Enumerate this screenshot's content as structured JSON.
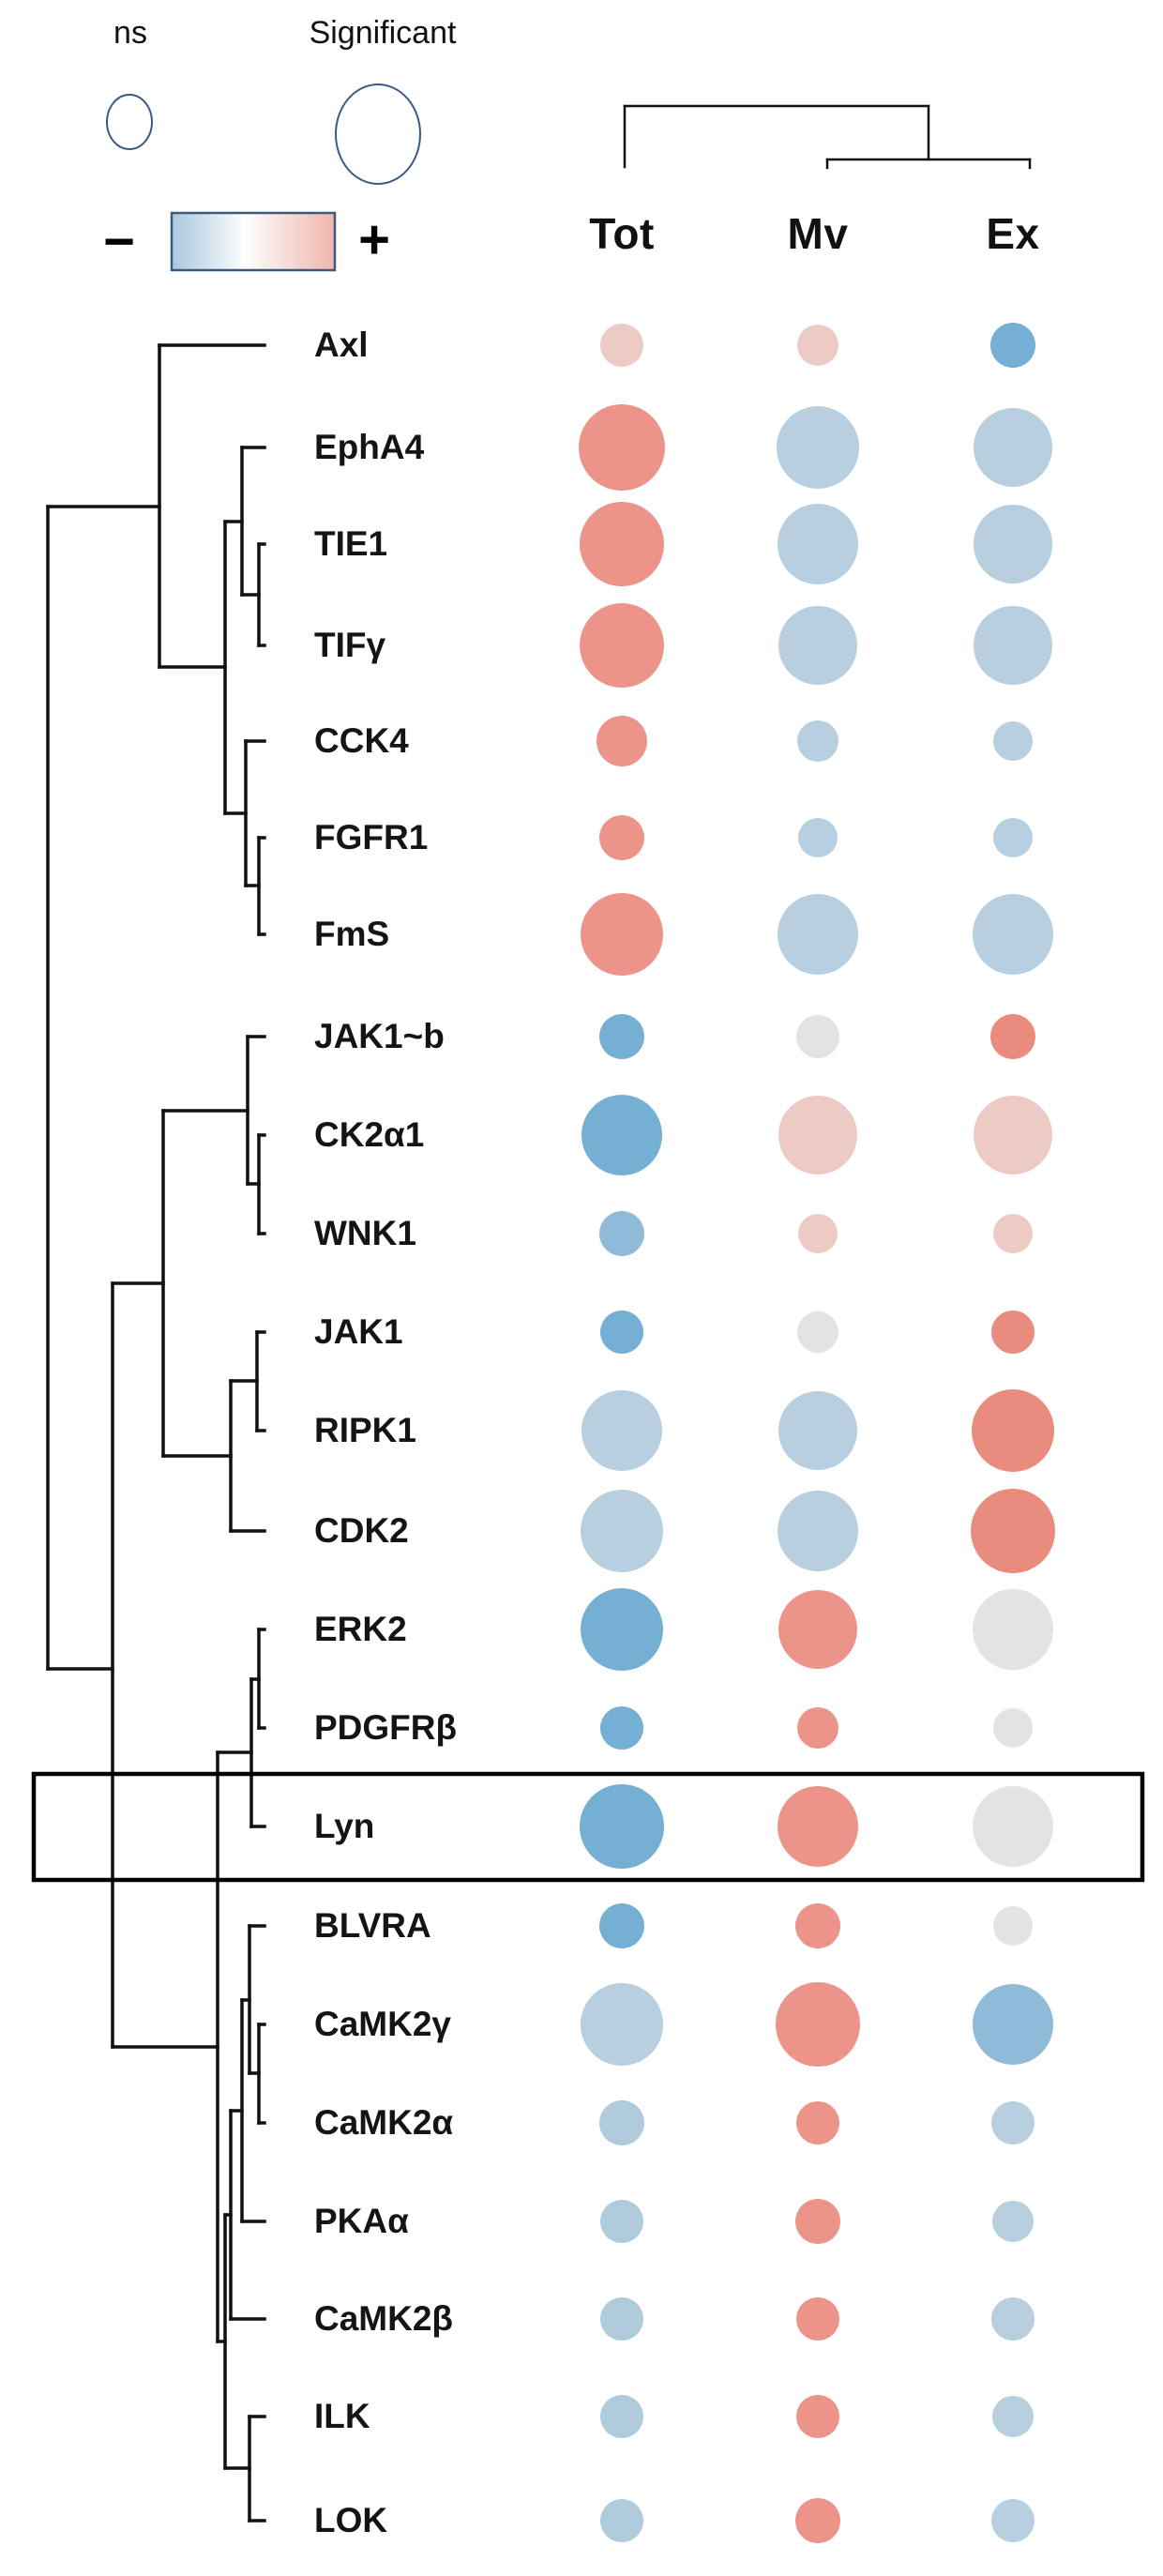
{
  "figure_title": "Kinase bubble heatmap with hierarchical clustering",
  "legend": {
    "ns_label": "ns",
    "significant_label": "Significant",
    "minus_label": "−",
    "plus_label": "+"
  },
  "columns": [
    {
      "id": "tot",
      "label": "Tot"
    },
    {
      "id": "mv",
      "label": "Mv"
    },
    {
      "id": "ex",
      "label": "Ex"
    }
  ],
  "highlighted_row": "Lyn",
  "colors": {
    "red": "#EC9489",
    "red_strong": "#E98B7D",
    "pink": "#EDCBC5",
    "light_blue": "#B7CFDE",
    "pale_blue": "#AFCBDC",
    "steel_blue": "#76AFD4",
    "medium_blue": "#8FBBD8",
    "grey": "#E3E3E3",
    "outline_navy": "#3A5A82",
    "gradient_blue": "#A9C8E0",
    "gradient_red": "#EFB5AD",
    "dendrogram_black": "#111111",
    "highlight_box_black": "#000000"
  },
  "rows": [
    {
      "label": "Axl",
      "cells": [
        {
          "c": "pink",
          "r": 23
        },
        {
          "c": "pink",
          "r": 22
        },
        {
          "c": "steel_blue",
          "r": 24
        }
      ]
    },
    {
      "label": "EphA4",
      "cells": [
        {
          "c": "red",
          "r": 46
        },
        {
          "c": "light_blue",
          "r": 44
        },
        {
          "c": "light_blue",
          "r": 42
        }
      ]
    },
    {
      "label": "TIE1",
      "cells": [
        {
          "c": "red",
          "r": 45
        },
        {
          "c": "light_blue",
          "r": 43
        },
        {
          "c": "light_blue",
          "r": 42
        }
      ]
    },
    {
      "label": "TIFγ",
      "cells": [
        {
          "c": "red",
          "r": 45
        },
        {
          "c": "light_blue",
          "r": 42
        },
        {
          "c": "light_blue",
          "r": 42
        }
      ]
    },
    {
      "label": "CCK4",
      "cells": [
        {
          "c": "red",
          "r": 27
        },
        {
          "c": "light_blue",
          "r": 22
        },
        {
          "c": "light_blue",
          "r": 21
        }
      ]
    },
    {
      "label": "FGFR1",
      "cells": [
        {
          "c": "red",
          "r": 24
        },
        {
          "c": "light_blue",
          "r": 21
        },
        {
          "c": "light_blue",
          "r": 21
        }
      ]
    },
    {
      "label": "FmS",
      "cells": [
        {
          "c": "red",
          "r": 44
        },
        {
          "c": "light_blue",
          "r": 43
        },
        {
          "c": "light_blue",
          "r": 43
        }
      ]
    },
    {
      "label": "JAK1~b",
      "cells": [
        {
          "c": "steel_blue",
          "r": 24
        },
        {
          "c": "grey",
          "r": 23
        },
        {
          "c": "red_strong",
          "r": 24
        }
      ]
    },
    {
      "label": "CK2α1",
      "cells": [
        {
          "c": "steel_blue",
          "r": 43
        },
        {
          "c": "pink",
          "r": 42
        },
        {
          "c": "pink",
          "r": 42
        }
      ]
    },
    {
      "label": "WNK1",
      "cells": [
        {
          "c": "medium_blue",
          "r": 24
        },
        {
          "c": "pink",
          "r": 21
        },
        {
          "c": "pink",
          "r": 21
        }
      ]
    },
    {
      "label": "JAK1",
      "cells": [
        {
          "c": "steel_blue",
          "r": 23
        },
        {
          "c": "grey",
          "r": 22
        },
        {
          "c": "red_strong",
          "r": 23
        }
      ]
    },
    {
      "label": "RIPK1",
      "cells": [
        {
          "c": "light_blue",
          "r": 43
        },
        {
          "c": "light_blue",
          "r": 42
        },
        {
          "c": "red_strong",
          "r": 44
        }
      ]
    },
    {
      "label": "CDK2",
      "cells": [
        {
          "c": "light_blue",
          "r": 44
        },
        {
          "c": "light_blue",
          "r": 43
        },
        {
          "c": "red_strong",
          "r": 45
        }
      ]
    },
    {
      "label": "ERK2",
      "cells": [
        {
          "c": "steel_blue",
          "r": 44
        },
        {
          "c": "red",
          "r": 42
        },
        {
          "c": "grey",
          "r": 43
        }
      ]
    },
    {
      "label": "PDGFRβ",
      "cells": [
        {
          "c": "steel_blue",
          "r": 23
        },
        {
          "c": "red",
          "r": 22
        },
        {
          "c": "grey",
          "r": 21
        }
      ]
    },
    {
      "label": "Lyn",
      "cells": [
        {
          "c": "steel_blue",
          "r": 45
        },
        {
          "c": "red",
          "r": 43
        },
        {
          "c": "grey",
          "r": 43
        }
      ]
    },
    {
      "label": "BLVRA",
      "cells": [
        {
          "c": "steel_blue",
          "r": 24
        },
        {
          "c": "red",
          "r": 24
        },
        {
          "c": "grey",
          "r": 21
        }
      ]
    },
    {
      "label": "CaMK2γ",
      "cells": [
        {
          "c": "light_blue",
          "r": 44
        },
        {
          "c": "red",
          "r": 45
        },
        {
          "c": "medium_blue",
          "r": 43
        }
      ]
    },
    {
      "label": "CaMK2α",
      "cells": [
        {
          "c": "pale_blue",
          "r": 24
        },
        {
          "c": "red",
          "r": 23
        },
        {
          "c": "light_blue",
          "r": 23
        }
      ]
    },
    {
      "label": "PKAα",
      "cells": [
        {
          "c": "pale_blue",
          "r": 23
        },
        {
          "c": "red",
          "r": 24
        },
        {
          "c": "light_blue",
          "r": 22
        }
      ]
    },
    {
      "label": "CaMK2β",
      "cells": [
        {
          "c": "pale_blue",
          "r": 23
        },
        {
          "c": "red",
          "r": 23
        },
        {
          "c": "light_blue",
          "r": 23
        }
      ]
    },
    {
      "label": "ILK",
      "cells": [
        {
          "c": "pale_blue",
          "r": 23
        },
        {
          "c": "red",
          "r": 23
        },
        {
          "c": "light_blue",
          "r": 22
        }
      ]
    },
    {
      "label": "LOK",
      "cells": [
        {
          "c": "pale_blue",
          "r": 23
        },
        {
          "c": "red",
          "r": 24
        },
        {
          "c": "light_blue",
          "r": 23
        }
      ]
    }
  ],
  "chart_data": {
    "type": "heatmap",
    "subtype": "bubble-matrix with row and column dendrograms",
    "title": "",
    "columns": [
      "Tot",
      "Mv",
      "Ex"
    ],
    "categories": [
      "Axl",
      "EphA4",
      "TIE1",
      "TIFγ",
      "CCK4",
      "FGFR1",
      "FmS",
      "JAK1~b",
      "CK2α1",
      "WNK1",
      "JAK1",
      "RIPK1",
      "CDK2",
      "ERK2",
      "PDGFRβ",
      "Lyn",
      "BLVRA",
      "CaMK2γ",
      "CaMK2α",
      "PKAα",
      "CaMK2β",
      "ILK",
      "LOK"
    ],
    "size_legend": {
      "small": "ns",
      "large": "Significant"
    },
    "color_legend": {
      "blue": "−",
      "white": "0",
      "red": "+"
    },
    "highlighted_category": "Lyn",
    "col_dendrogram": "(Tot,(Mv,Ex))",
    "row_dendrogram": "((Axl,((EphA4,(TIE1,TIFγ)),(CCK4,(FGFR1,FmS)))),(((JAK1~b,(CK2α1,WNK1)),((JAK1,RIPK1),CDK2)),(((ERK2,PDGFRβ),Lyn),((((BLVRA,(CaMK2γ,CaMK2α)),PKAα),CaMK2β),(ILK,LOK)))))",
    "values": [
      {
        "row": "Axl",
        "Tot": {
          "sign": "+",
          "significant": false
        },
        "Mv": {
          "sign": "+",
          "significant": false
        },
        "Ex": {
          "sign": "−",
          "significant": false
        }
      },
      {
        "row": "EphA4",
        "Tot": {
          "sign": "+",
          "significant": true
        },
        "Mv": {
          "sign": "−",
          "significant": true
        },
        "Ex": {
          "sign": "−",
          "significant": true
        }
      },
      {
        "row": "TIE1",
        "Tot": {
          "sign": "+",
          "significant": true
        },
        "Mv": {
          "sign": "−",
          "significant": true
        },
        "Ex": {
          "sign": "−",
          "significant": true
        }
      },
      {
        "row": "TIFγ",
        "Tot": {
          "sign": "+",
          "significant": true
        },
        "Mv": {
          "sign": "−",
          "significant": true
        },
        "Ex": {
          "sign": "−",
          "significant": true
        }
      },
      {
        "row": "CCK4",
        "Tot": {
          "sign": "+",
          "significant": false
        },
        "Mv": {
          "sign": "−",
          "significant": false
        },
        "Ex": {
          "sign": "−",
          "significant": false
        }
      },
      {
        "row": "FGFR1",
        "Tot": {
          "sign": "+",
          "significant": false
        },
        "Mv": {
          "sign": "−",
          "significant": false
        },
        "Ex": {
          "sign": "−",
          "significant": false
        }
      },
      {
        "row": "FmS",
        "Tot": {
          "sign": "+",
          "significant": true
        },
        "Mv": {
          "sign": "−",
          "significant": true
        },
        "Ex": {
          "sign": "−",
          "significant": true
        }
      },
      {
        "row": "JAK1~b",
        "Tot": {
          "sign": "−",
          "significant": false
        },
        "Mv": {
          "sign": "0",
          "significant": false
        },
        "Ex": {
          "sign": "+",
          "significant": false
        }
      },
      {
        "row": "CK2α1",
        "Tot": {
          "sign": "−",
          "significant": true
        },
        "Mv": {
          "sign": "+",
          "significant": true
        },
        "Ex": {
          "sign": "+",
          "significant": true
        }
      },
      {
        "row": "WNK1",
        "Tot": {
          "sign": "−",
          "significant": false
        },
        "Mv": {
          "sign": "+",
          "significant": false
        },
        "Ex": {
          "sign": "+",
          "significant": false
        }
      },
      {
        "row": "JAK1",
        "Tot": {
          "sign": "−",
          "significant": false
        },
        "Mv": {
          "sign": "0",
          "significant": false
        },
        "Ex": {
          "sign": "+",
          "significant": false
        }
      },
      {
        "row": "RIPK1",
        "Tot": {
          "sign": "−",
          "significant": true
        },
        "Mv": {
          "sign": "−",
          "significant": true
        },
        "Ex": {
          "sign": "+",
          "significant": true
        }
      },
      {
        "row": "CDK2",
        "Tot": {
          "sign": "−",
          "significant": true
        },
        "Mv": {
          "sign": "−",
          "significant": true
        },
        "Ex": {
          "sign": "+",
          "significant": true
        }
      },
      {
        "row": "ERK2",
        "Tot": {
          "sign": "−",
          "significant": true
        },
        "Mv": {
          "sign": "+",
          "significant": true
        },
        "Ex": {
          "sign": "0",
          "significant": true
        }
      },
      {
        "row": "PDGFRβ",
        "Tot": {
          "sign": "−",
          "significant": false
        },
        "Mv": {
          "sign": "+",
          "significant": false
        },
        "Ex": {
          "sign": "0",
          "significant": false
        }
      },
      {
        "row": "Lyn",
        "Tot": {
          "sign": "−",
          "significant": true
        },
        "Mv": {
          "sign": "+",
          "significant": true
        },
        "Ex": {
          "sign": "0",
          "significant": true
        }
      },
      {
        "row": "BLVRA",
        "Tot": {
          "sign": "−",
          "significant": false
        },
        "Mv": {
          "sign": "+",
          "significant": false
        },
        "Ex": {
          "sign": "0",
          "significant": false
        }
      },
      {
        "row": "CaMK2γ",
        "Tot": {
          "sign": "−",
          "significant": true
        },
        "Mv": {
          "sign": "+",
          "significant": true
        },
        "Ex": {
          "sign": "−",
          "significant": true
        }
      },
      {
        "row": "CaMK2α",
        "Tot": {
          "sign": "−",
          "significant": false
        },
        "Mv": {
          "sign": "+",
          "significant": false
        },
        "Ex": {
          "sign": "−",
          "significant": false
        }
      },
      {
        "row": "PKAα",
        "Tot": {
          "sign": "−",
          "significant": false
        },
        "Mv": {
          "sign": "+",
          "significant": false
        },
        "Ex": {
          "sign": "−",
          "significant": false
        }
      },
      {
        "row": "CaMK2β",
        "Tot": {
          "sign": "−",
          "significant": false
        },
        "Mv": {
          "sign": "+",
          "significant": false
        },
        "Ex": {
          "sign": "−",
          "significant": false
        }
      },
      {
        "row": "ILK",
        "Tot": {
          "sign": "−",
          "significant": false
        },
        "Mv": {
          "sign": "+",
          "significant": false
        },
        "Ex": {
          "sign": "−",
          "significant": false
        }
      },
      {
        "row": "LOK",
        "Tot": {
          "sign": "−",
          "significant": false
        },
        "Mv": {
          "sign": "+",
          "significant": false
        },
        "Ex": {
          "sign": "−",
          "significant": false
        }
      }
    ]
  }
}
